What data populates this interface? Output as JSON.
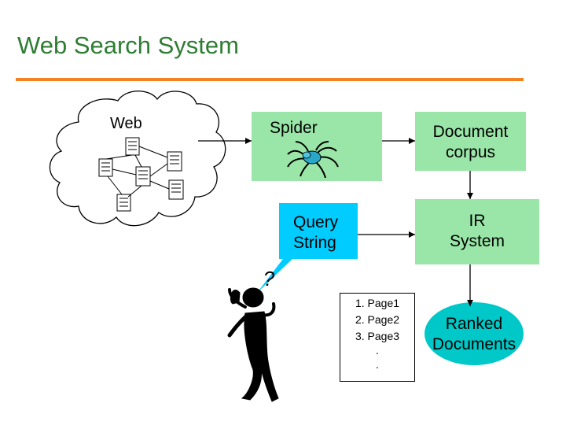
{
  "title": "Web Search System",
  "web_label": "Web",
  "spider_label": "Spider",
  "corpus_label_1": "Document",
  "corpus_label_2": "corpus",
  "query_label_1": "Query",
  "query_label_2": "String",
  "ir_label_1": "IR",
  "ir_label_2": "System",
  "ranked_label_1": "Ranked",
  "ranked_label_2": "Documents",
  "question_mark": "?",
  "results": [
    "1. Page1",
    "2. Page2",
    "3. Page3",
    ".",
    "."
  ],
  "colors": {
    "title": "#2e7d32",
    "rule": "#f58220",
    "box_fill": "#99e6a8",
    "query_fill": "#00ccff",
    "ranked_fill": "#00c8c8"
  }
}
